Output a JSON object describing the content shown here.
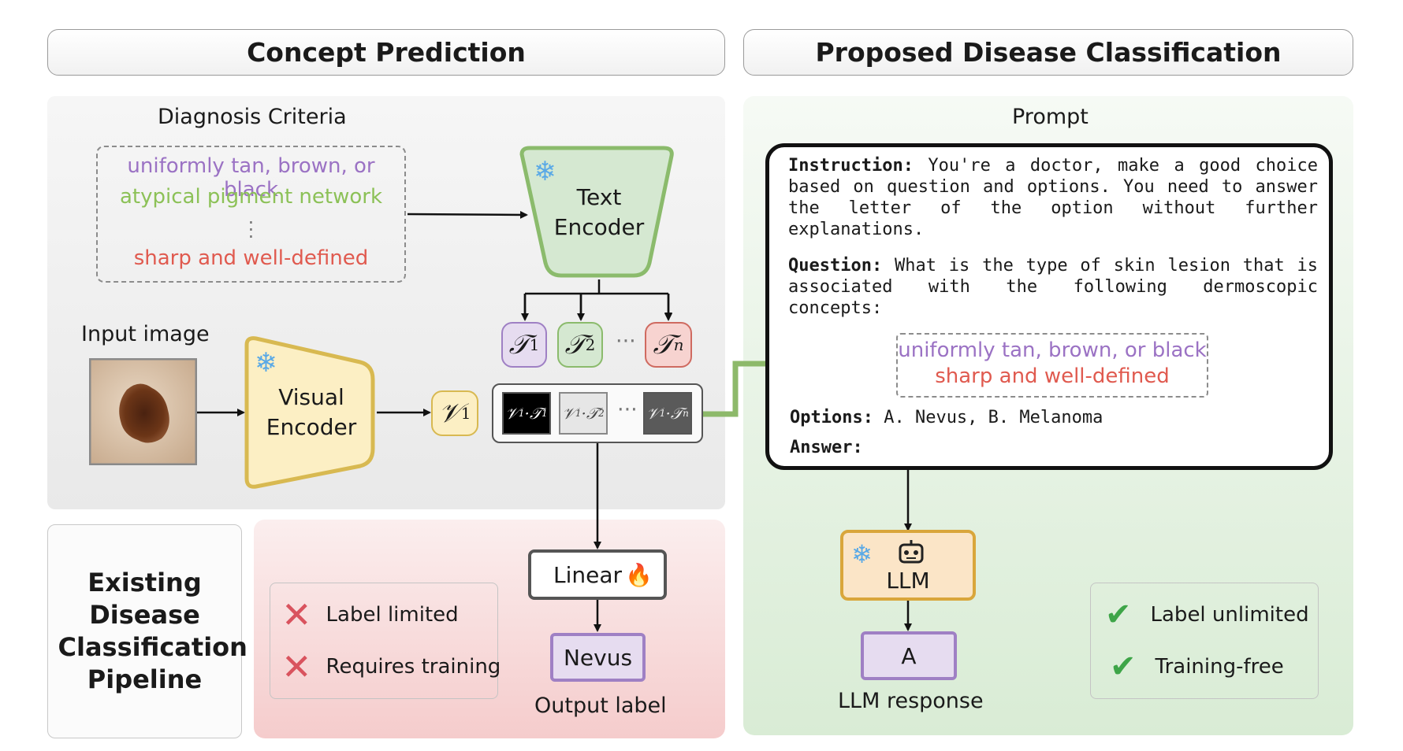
{
  "headers": {
    "left": "Concept Prediction",
    "right": "Proposed Disease Classification"
  },
  "concept": {
    "criteria_title": "Diagnosis Criteria",
    "criteria": [
      "uniformly tan, brown, or black",
      "atypical pigment network",
      "sharp and well-defined"
    ],
    "text_encoder": "Text Encoder",
    "visual_encoder": "Visual Encoder",
    "input_label": "Input image",
    "linear": "Linear",
    "output_value": "Nevus",
    "output_label": "Output label"
  },
  "pipeline": {
    "title": "Existing Disease Classification Pipeline",
    "limits": [
      "Label limited",
      "Requires training"
    ]
  },
  "proposed": {
    "prompt_title": "Prompt",
    "instruction_key": "Instruction:",
    "instruction_text": "You're a doctor, make a good choice based on question and options. You need to answer the letter of the option without further explanations.",
    "question_key": "Question:",
    "question_text": "What is the type of skin lesion that is associated with the following dermoscopic concepts:",
    "concepts": [
      "uniformly tan, brown, or black",
      "sharp and well-defined"
    ],
    "options_key": "Options:",
    "options_text": "A. Nevus, B. Melanoma",
    "answer_key": "Answer:",
    "llm": "LLM",
    "response_value": "A",
    "response_label": "LLM response",
    "benefits": [
      "Label unlimited",
      "Training-free"
    ]
  },
  "icons": {
    "frozen": "snowflake-icon",
    "trainable": "fire-icon",
    "llm": "robot-icon",
    "negative": "cross-icon",
    "positive": "check-icon"
  },
  "colors": {
    "purple": "#9b72c4",
    "green": "#8cc157",
    "red": "#e05a4f",
    "flow_arrow": "#8db96a",
    "visual_fill": "#fcefc4",
    "visual_border": "#d8b951",
    "text_fill": "#d5e8d1",
    "text_border": "#8bbb6c",
    "llm_fill": "#fbe5c7",
    "llm_border": "#d9a63b",
    "label_fill": "#e6dcf0",
    "label_border": "#9f80c4"
  }
}
